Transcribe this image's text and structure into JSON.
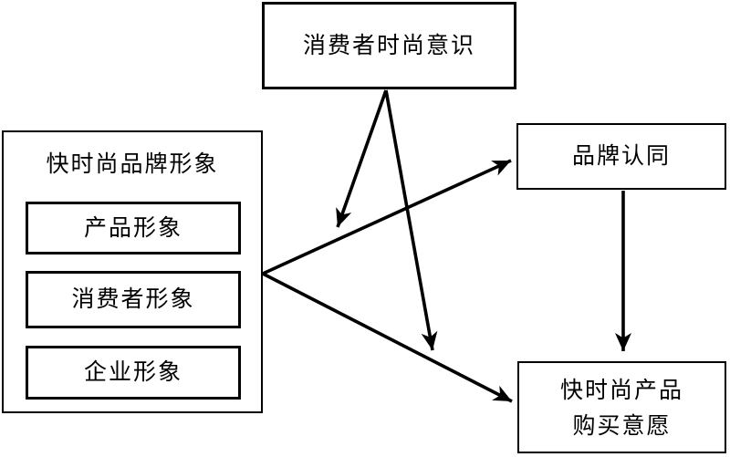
{
  "diagram": {
    "nodes": {
      "consumer_fashion_consciousness": {
        "label": "消费者时尚意识"
      },
      "fast_fashion_brand_image": {
        "label": "快时尚品牌形象",
        "children": [
          {
            "label": "产品形象"
          },
          {
            "label": "消费者形象"
          },
          {
            "label": "企业形象"
          }
        ]
      },
      "brand_identity": {
        "label": "品牌认同"
      },
      "fast_fashion_purchase_intention": {
        "lines": [
          "快时尚产品",
          "购买意愿"
        ]
      }
    },
    "edges": [
      {
        "from": "fast_fashion_brand_image",
        "to": "brand_identity",
        "type": "direct"
      },
      {
        "from": "fast_fashion_brand_image",
        "to": "fast_fashion_purchase_intention",
        "type": "direct"
      },
      {
        "from": "brand_identity",
        "to": "fast_fashion_purchase_intention",
        "type": "direct"
      },
      {
        "from": "consumer_fashion_consciousness",
        "to": "path:brand_image->brand_identity",
        "type": "moderation"
      },
      {
        "from": "consumer_fashion_consciousness",
        "to": "path:brand_image->purchase_intention",
        "type": "moderation"
      }
    ],
    "colors": {
      "background": "#ffffff",
      "line": "#000000",
      "border": "#000000",
      "text": "#000000"
    }
  }
}
